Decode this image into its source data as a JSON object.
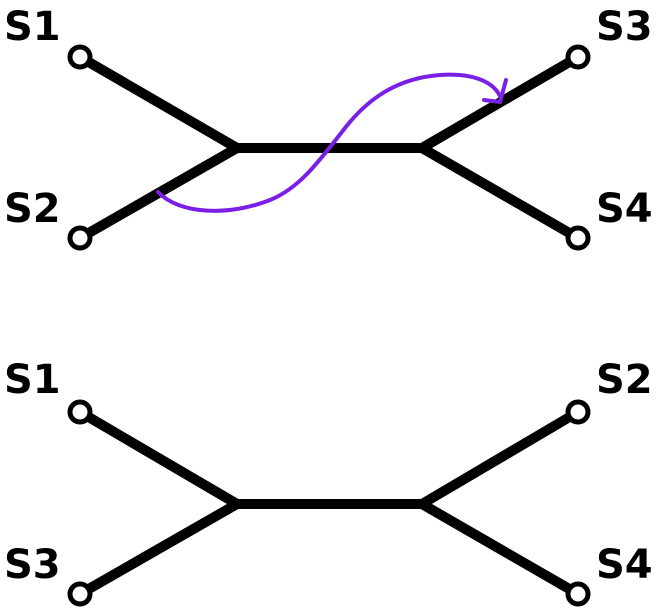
{
  "colors": {
    "edge": "#000000",
    "leaf_fill": "#ffffff",
    "arrow": "#7a1fe6",
    "background": "#ffffff"
  },
  "trees": [
    {
      "id": "top",
      "labels": {
        "upper_left": "S1",
        "lower_left": "S2",
        "upper_right": "S3",
        "lower_right": "S4"
      },
      "arrow": {
        "present": true,
        "color": "#7a1fe6",
        "from": "S2 branch",
        "to": "S3 branch"
      }
    },
    {
      "id": "bottom",
      "labels": {
        "upper_left": "S1",
        "lower_left": "S3",
        "upper_right": "S2",
        "lower_right": "S4"
      },
      "arrow": {
        "present": false
      }
    }
  ]
}
